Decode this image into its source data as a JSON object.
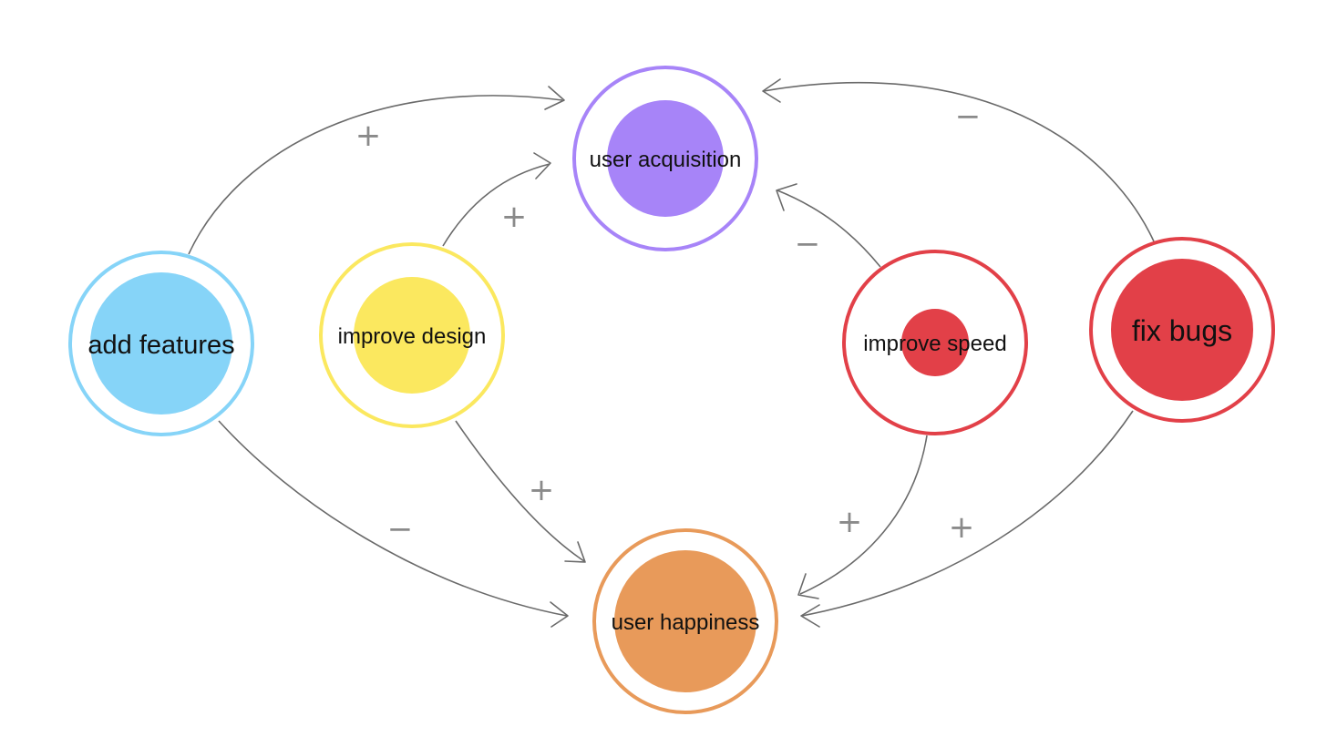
{
  "nodes": {
    "user_acquisition": {
      "label": "user acquisition",
      "fill": "#A784F8",
      "ring": "#A784F8"
    },
    "add_features": {
      "label": "add features",
      "fill": "#86D4F8",
      "ring": "#86D4F8"
    },
    "improve_design": {
      "label": "improve design",
      "fill": "#FBE85F",
      "ring": "#FBE85F"
    },
    "improve_speed": {
      "label": "improve speed",
      "fill": "#E24048",
      "ring": "#E24048"
    },
    "fix_bugs": {
      "label": "fix bugs",
      "fill": "#E24048",
      "ring": "#E24048"
    },
    "user_happiness": {
      "label": "user happiness",
      "fill": "#E89A5A",
      "ring": "#E89A5A"
    }
  },
  "edges": {
    "add_features_to_user_acquisition": {
      "from": "add features",
      "to": "user acquisition",
      "sign": "+"
    },
    "improve_design_to_user_acquisition": {
      "from": "improve design",
      "to": "user acquisition",
      "sign": "+"
    },
    "improve_speed_to_user_acquisition": {
      "from": "improve speed",
      "to": "user acquisition",
      "sign": "−"
    },
    "fix_bugs_to_user_acquisition": {
      "from": "fix bugs",
      "to": "user acquisition",
      "sign": "−"
    },
    "add_features_to_user_happiness": {
      "from": "add features",
      "to": "user happiness",
      "sign": "−"
    },
    "improve_design_to_user_happiness": {
      "from": "improve design",
      "to": "user happiness",
      "sign": "+"
    },
    "improve_speed_to_user_happiness": {
      "from": "improve speed",
      "to": "user happiness",
      "sign": "+"
    },
    "fix_bugs_to_user_happiness": {
      "from": "fix bugs",
      "to": "user happiness",
      "sign": "+"
    }
  },
  "colors": {
    "edge": "#6A6A6A",
    "sign": "#8A8A8A",
    "text": "#111111"
  }
}
